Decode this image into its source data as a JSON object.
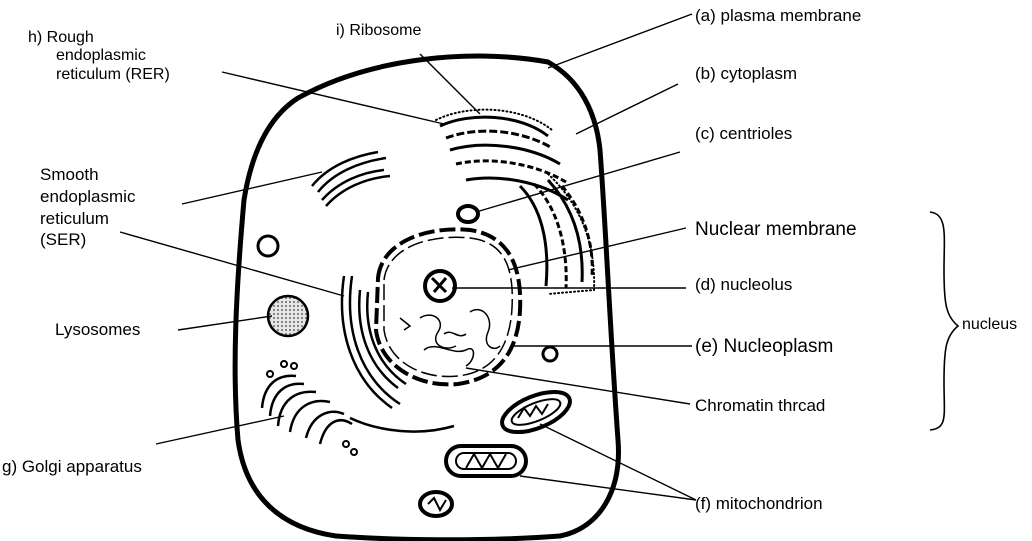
{
  "labels": {
    "plasma_membrane": "(a)  plasma membrane",
    "cytoplasm": "(b)   cytoplasm",
    "centrioles": "(c)   centrioles",
    "nuclear_membrane": "Nuclear membrane",
    "nucleolus": "(d)   nucleolus",
    "nucleoplasm": "(e) Nucleoplasm",
    "chromatin": "Chromatin thrcad",
    "mitochondrion": "(f) mitochondrion",
    "nucleus": "nucleus",
    "ribosome": "i)  Ribosome",
    "rer_line1": "h)  Rough",
    "rer_line2": "endoplasmic",
    "rer_line3": "reticulum (RER)",
    "ser_line1": "Smooth",
    "ser_line2": "endoplasmic",
    "ser_line3": "reticulum",
    "ser_line4": "(SER)",
    "lysosomes": "Lysosomes",
    "golgi": "g)  Golgi  apparatus"
  },
  "colors": {
    "ink": "#000000",
    "background": "#ffffff",
    "lysosome_fill": "#bdbdbd"
  }
}
